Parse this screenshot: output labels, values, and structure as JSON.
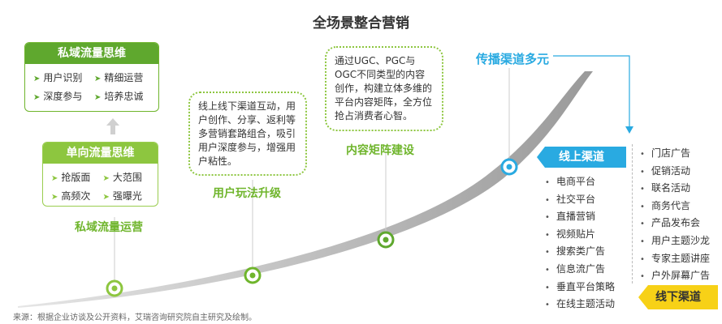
{
  "title": "全场景整合营销",
  "private_domain_box": {
    "title": "私域流量思维",
    "items": [
      "用户识别",
      "精细运营",
      "深度参与",
      "培养忠诚"
    ]
  },
  "one_way_box": {
    "title": "单向流量思维",
    "items": [
      "抢版面",
      "大范围",
      "高频次",
      "强曝光"
    ]
  },
  "stage1": {
    "label": "私域流量运营"
  },
  "stage2": {
    "label": "用户玩法升级",
    "text": "线上线下渠道互动，用户创作、分享、返利等多营销套路组合，吸引用户深度参与，增强用户粘性。"
  },
  "stage3": {
    "label": "内容矩阵建设",
    "text": "通过UGC、PGC与OGC不同类型的内容创作，构建立体多维的平台内容矩阵，全方位抢占消费者心智。"
  },
  "stage4": {
    "label": "传播渠道多元"
  },
  "online": {
    "label": "线上渠道",
    "items": [
      "电商平台",
      "社交平台",
      "直播营销",
      "视频贴片",
      "搜索类广告",
      "信息流广告",
      "垂直平台策略",
      "在线主题活动"
    ]
  },
  "offline": {
    "label": "线下渠道",
    "items": [
      "门店广告",
      "促销活动",
      "联名活动",
      "商务代言",
      "产品发布会",
      "用户主题沙龙",
      "专家主题讲座",
      "户外屏幕广告"
    ]
  },
  "source": "来源：根据企业访谈及公开资料，艾瑞咨询研究院自主研究及绘制。",
  "colors": {
    "green_dark": "#5fa82e",
    "green_light": "#8dc63f",
    "blue": "#29aae1",
    "yellow": "#f7d117",
    "curve": "#c8c8c8"
  },
  "icons": [
    "bullet-arrow-icon",
    "up-arrow-icon",
    "bullet-dot-icon",
    "milestone-dot-icon"
  ]
}
